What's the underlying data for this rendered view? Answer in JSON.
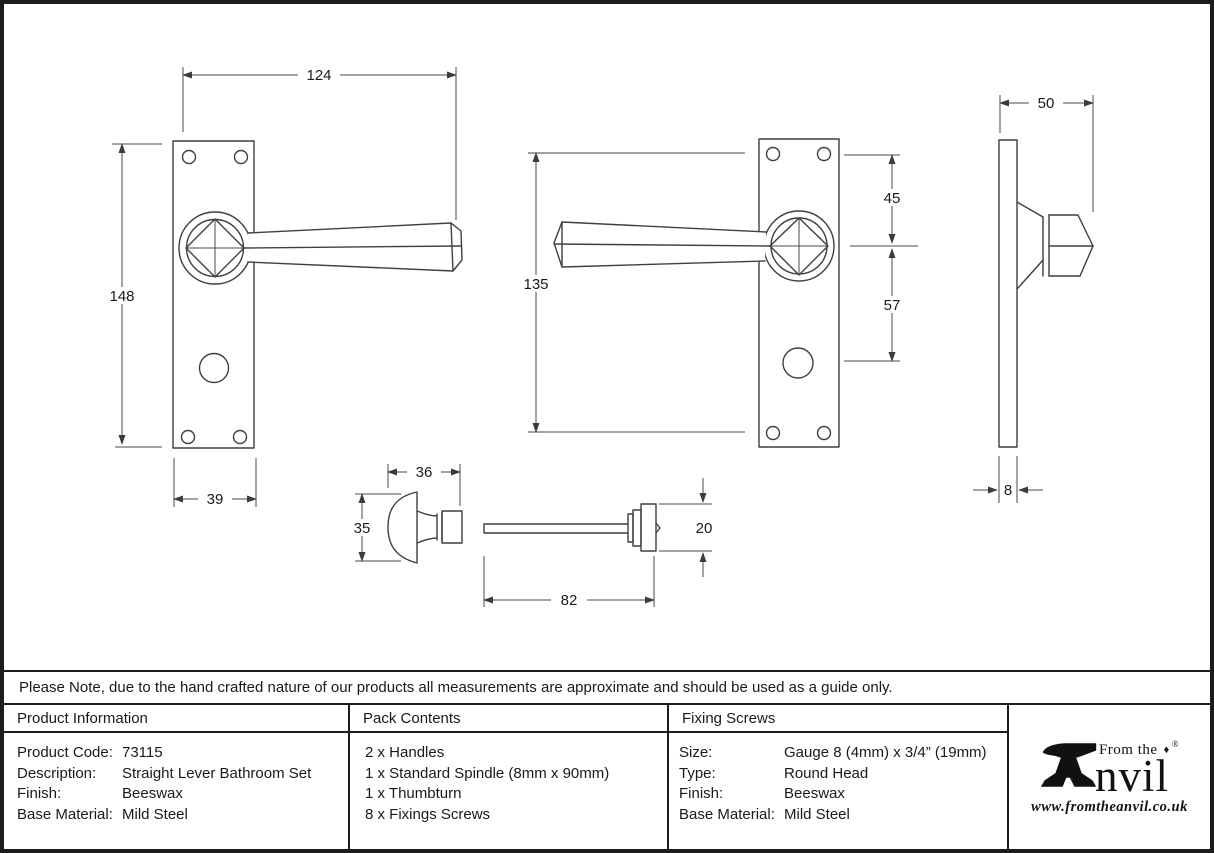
{
  "sheet": {
    "note": "Please Note, due to the hand crafted nature of our products all measurements are approximate and should be used as a guide only."
  },
  "dims": {
    "overall_width": "124",
    "plate_height": "148",
    "plate_width": "39",
    "fixing_centres": "135",
    "top_to_handle_centre": "45",
    "handle_to_turn_centre": "57",
    "projection": "50",
    "plate_thickness": "8",
    "thumbturn_width": "36",
    "thumbturn_height": "35",
    "spindle_length": "82",
    "release_diameter": "20"
  },
  "table": {
    "product_info": {
      "header": "Product Information",
      "rows": [
        {
          "label": "Product Code:",
          "value": "73115"
        },
        {
          "label": "Description:",
          "value": "Straight Lever Bathroom Set"
        },
        {
          "label": "Finish:",
          "value": "Beeswax"
        },
        {
          "label": "Base Material:",
          "value": "Mild Steel"
        }
      ]
    },
    "pack_contents": {
      "header": "Pack Contents",
      "items": [
        "2 x Handles",
        "1 x Standard Spindle (8mm x 90mm)",
        "1 x Thumbturn",
        "8 x Fixings Screws"
      ]
    },
    "fixing_screws": {
      "header": "Fixing Screws",
      "rows": [
        {
          "label": "Size:",
          "value": "Gauge 8 (4mm) x 3/4” (19mm)"
        },
        {
          "label": "Type:",
          "value": "Round Head"
        },
        {
          "label": "Finish:",
          "value": "Beeswax"
        },
        {
          "label": "Base Material:",
          "value": "Mild Steel"
        }
      ]
    },
    "logo": {
      "prefix": "From the",
      "diamond": "♦",
      "reg": "®",
      "brand_suffix": "nvil",
      "url": "www.fromtheanvil.co.uk"
    }
  }
}
